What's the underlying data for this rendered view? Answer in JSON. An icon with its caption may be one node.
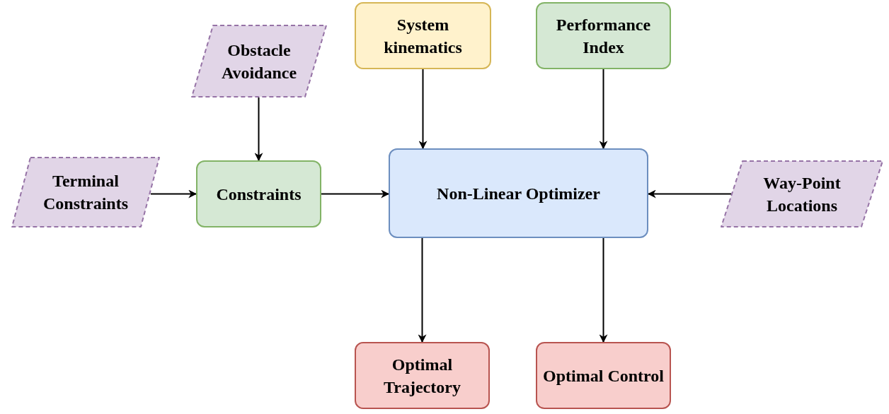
{
  "diagram": {
    "nodes": [
      {
        "text": [
          "Obstacle Avoidance"
        ]
      },
      {
        "text": [
          "System kinematics"
        ]
      },
      {
        "text": [
          "Performance Index"
        ]
      },
      {
        "text": [
          "Terminal Constraints"
        ]
      },
      {
        "text": [
          "Constraints"
        ]
      },
      {
        "text": [
          "Non-Linear Optimizer"
        ]
      },
      {
        "text": [
          "Way-Point Locations"
        ]
      },
      {
        "text": [
          "Optimal Trajectory"
        ]
      },
      {
        "text": [
          "Optimal Control"
        ]
      }
    ],
    "edges": [
      {
        "from": 0,
        "to": 4,
        "arrow": "to"
      },
      {
        "from": 1,
        "to": 5,
        "arrow": "to"
      },
      {
        "from": 2,
        "to": 5,
        "arrow": "to"
      },
      {
        "from": 3,
        "to": 4,
        "arrow": "to"
      },
      {
        "from": 4,
        "to": 5,
        "arrow": "to"
      },
      {
        "from": 6,
        "to": 5,
        "arrow": "to"
      },
      {
        "from": 5,
        "to": 7,
        "arrow": "to"
      },
      {
        "from": 5,
        "to": 8,
        "arrow": "to"
      }
    ]
  }
}
